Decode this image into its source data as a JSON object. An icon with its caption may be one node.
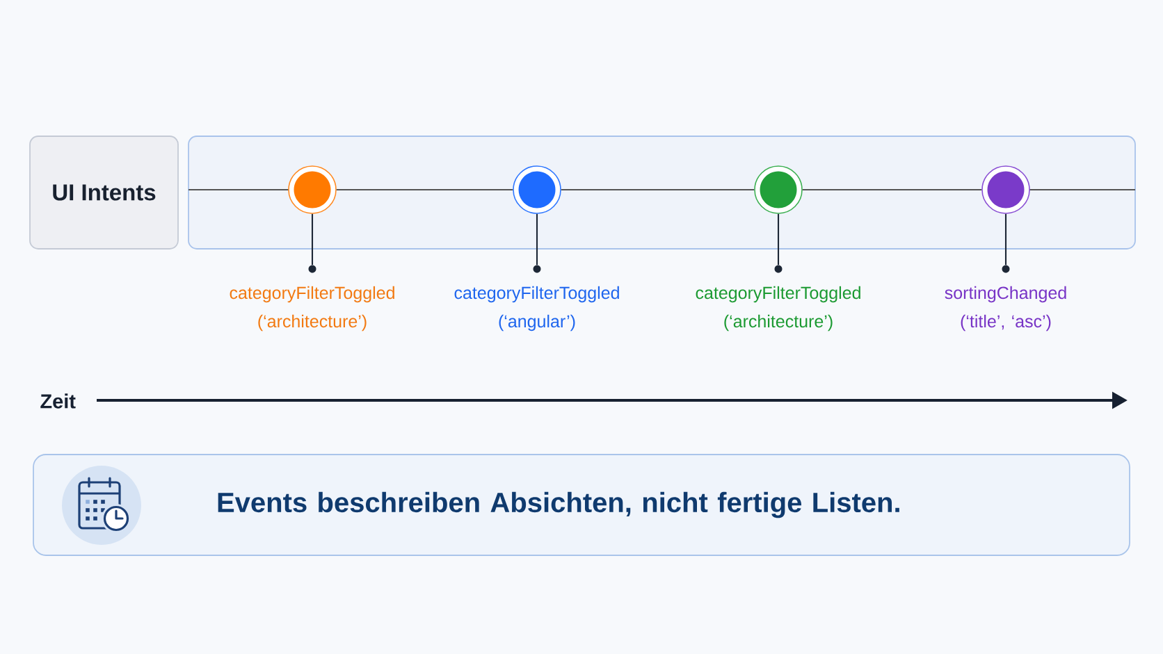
{
  "diagram": {
    "nodes": [
      {
        "text": [
          "UI Intents"
        ]
      },
      {
        "text": [],
        "shape": "box"
      },
      {
        "text": [],
        "shape": "circle",
        "in": 1
      },
      {
        "text": [],
        "shape": "circle",
        "in": 1
      },
      {
        "text": [],
        "shape": "circle",
        "in": 1
      },
      {
        "text": [],
        "shape": "circle",
        "in": 1
      },
      {
        "text": [],
        "shape": "circle",
        "beside": [
          "categoryFilterToggled (‘architecture’)"
        ]
      },
      {
        "text": [],
        "shape": "circle",
        "beside": [
          "categoryFilterToggled (‘angular’)"
        ]
      },
      {
        "text": [],
        "shape": "circle",
        "beside": [
          "categoryFilterToggled (‘architecture’)"
        ]
      },
      {
        "text": [],
        "shape": "circle",
        "beside": [
          "sortingChanged (‘title’, ‘asc’)"
        ]
      },
      {
        "text": [
          "Events beschreiben Absichten, nicht fertige Listen."
        ]
      }
    ],
    "edges": [
      {
        "from": 6,
        "to": 2,
        "arrow": "none"
      },
      {
        "from": 7,
        "to": 3,
        "arrow": "none"
      },
      {
        "from": 8,
        "to": 4,
        "arrow": "none"
      },
      {
        "from": 9,
        "to": 5,
        "arrow": "none"
      },
      {
        "from": 2,
        "to": 3,
        "arrow": "none",
        "color": "#555555"
      },
      {
        "from": 3,
        "to": 4,
        "arrow": "none",
        "color": "#555555"
      },
      {
        "from": 4,
        "to": 5,
        "arrow": "none",
        "color": "#555555"
      }
    ],
    "labels": [
      "Zeit"
    ]
  }
}
